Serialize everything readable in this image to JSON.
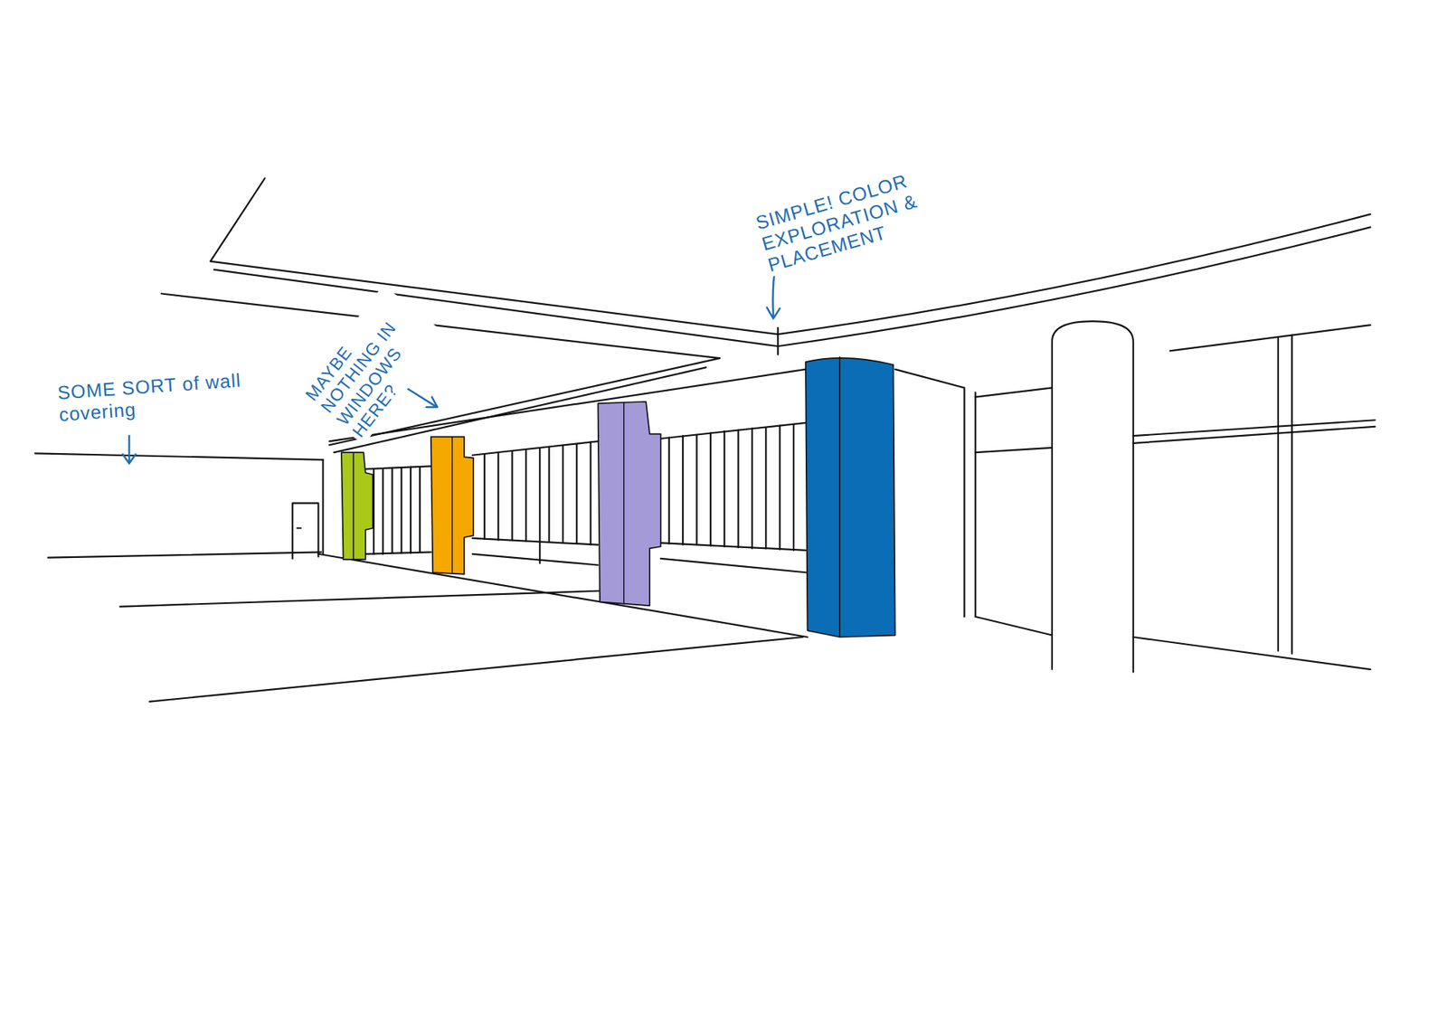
{
  "diagram": {
    "labels": [
      "SOME SORT of wall covering",
      "MAYBE NOTHING IN WINDOWS HERE?",
      "SIMPLE! COLOR EXPLORATION & PLACEMENT"
    ]
  }
}
